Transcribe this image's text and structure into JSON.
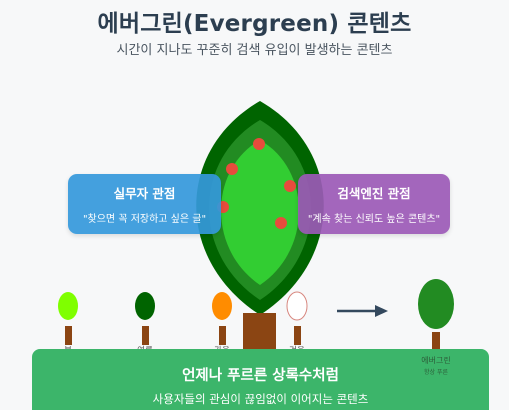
{
  "header": {
    "title": "에버그린(Evergreen) 콘텐츠",
    "subtitle": "시간이 지나도 꾸준히 검색 유입이 발생하는 콘텐츠"
  },
  "cards": {
    "practitioner": {
      "title": "실무자 관점",
      "quote": "\"찾으면 꼭 저장하고 싶은 글\""
    },
    "search_engine": {
      "title": "검색엔진 관점",
      "quote": "\"계속 찾는 신뢰도 높은 콘텐츠\""
    }
  },
  "seasons": [
    {
      "label": "봄",
      "color": "#7fff00"
    },
    {
      "label": "여름",
      "color": "#006400"
    },
    {
      "label": "가을",
      "color": "#ff8c00"
    },
    {
      "label": "겨울",
      "color": "#ffffff"
    }
  ],
  "evergreen": {
    "label": "에버그린",
    "sub": "항상 푸른"
  },
  "banner": {
    "title": "언제나 푸르른 상록수처럼",
    "subtitle": "사용자들의 관심이 끊임없이 이어지는 콘텐츠"
  },
  "colors": {
    "outer_leaf": "#006400",
    "middle_leaf": "#228b22",
    "inner_leaf": "#32cd32",
    "trunk": "#8b4513",
    "fruit": "#e74c3c",
    "arrow": "#34495e"
  }
}
